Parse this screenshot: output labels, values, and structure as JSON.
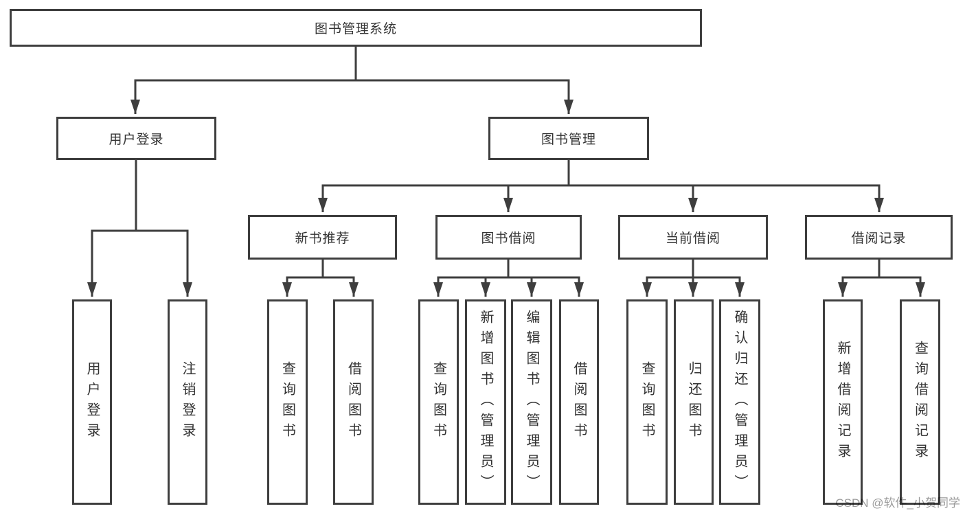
{
  "tree": {
    "label": "图书管理系统",
    "children": [
      {
        "label": "用户登录",
        "children": [
          {
            "label": "用户登录"
          },
          {
            "label": "注销登录"
          }
        ]
      },
      {
        "label": "图书管理",
        "children": [
          {
            "label": "新书推荐",
            "children": [
              {
                "label": "查询图书"
              },
              {
                "label": "借阅图书"
              }
            ]
          },
          {
            "label": "图书借阅",
            "children": [
              {
                "label": "查询图书"
              },
              {
                "label": "新增图书（管理员）"
              },
              {
                "label": "编辑图书（管理员）"
              },
              {
                "label": "借阅图书"
              }
            ]
          },
          {
            "label": "当前借阅",
            "children": [
              {
                "label": "查询图书"
              },
              {
                "label": "归还图书"
              },
              {
                "label": "确认归还（管理员）"
              }
            ]
          },
          {
            "label": "借阅记录",
            "children": [
              {
                "label": "新增借阅记录"
              },
              {
                "label": "查询借阅记录"
              }
            ]
          }
        ]
      }
    ]
  },
  "watermark": {
    "text": "CSDN @软件_小贺同学"
  },
  "colors": {
    "line": "#3e3e3e",
    "box_border": "#3e3e3e",
    "box_background": "#ffffff",
    "text": "#333333",
    "watermark": "#9b9b9b",
    "background": "#ffffff"
  }
}
